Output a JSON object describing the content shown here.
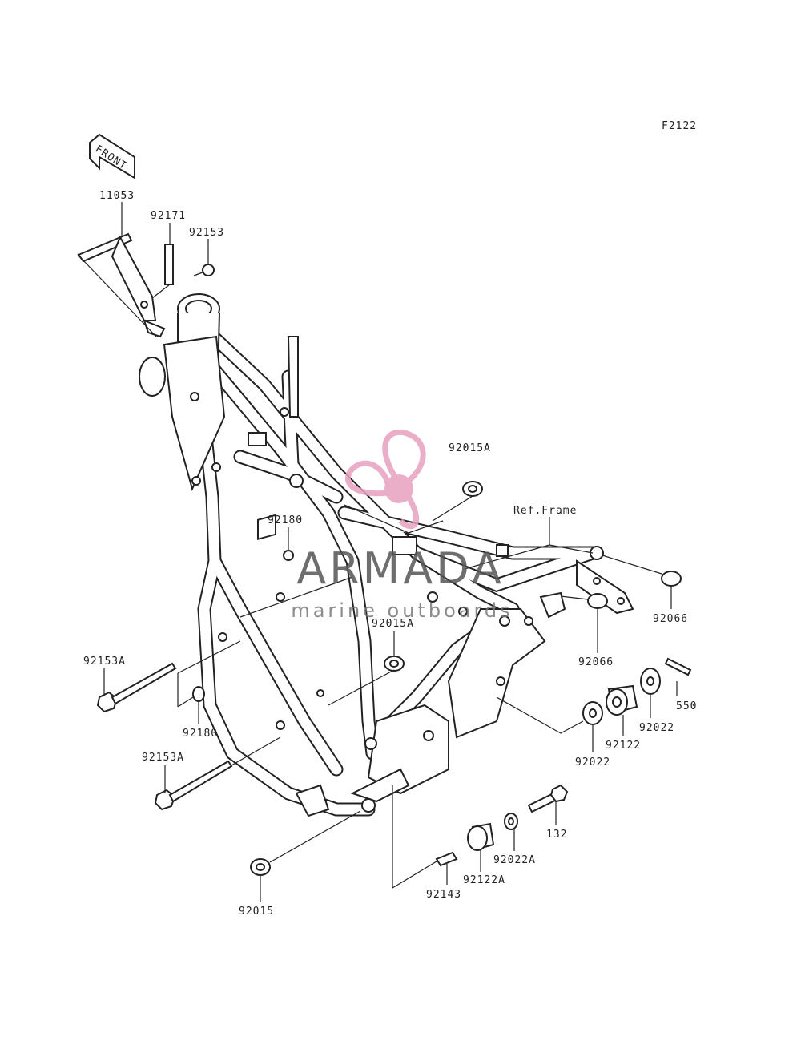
{
  "diagram_id": "F2122",
  "front_label": "FRONT",
  "ref_frame": "Ref.Frame",
  "watermark": {
    "brand": "ARMADA",
    "tagline": "marine outboards",
    "color": "#e8a0c0",
    "text_color": "#555555"
  },
  "part_labels": {
    "p11053": "11053",
    "p92171": "92171",
    "p92153": "92153",
    "p92015A_top": "92015A",
    "p92180_top": "92180",
    "p92066_right": "92066",
    "p92066_mid": "92066",
    "p92015A_mid": "92015A",
    "p92153A_top": "92153A",
    "p92180_bottom": "92180",
    "p550": "550",
    "p92022_right": "92022",
    "p92122": "92122",
    "p92022_mid": "92022",
    "p92153A_bottom": "92153A",
    "p132": "132",
    "p92022A": "92022A",
    "p92122A": "92122A",
    "p92143": "92143",
    "p92015": "92015"
  }
}
